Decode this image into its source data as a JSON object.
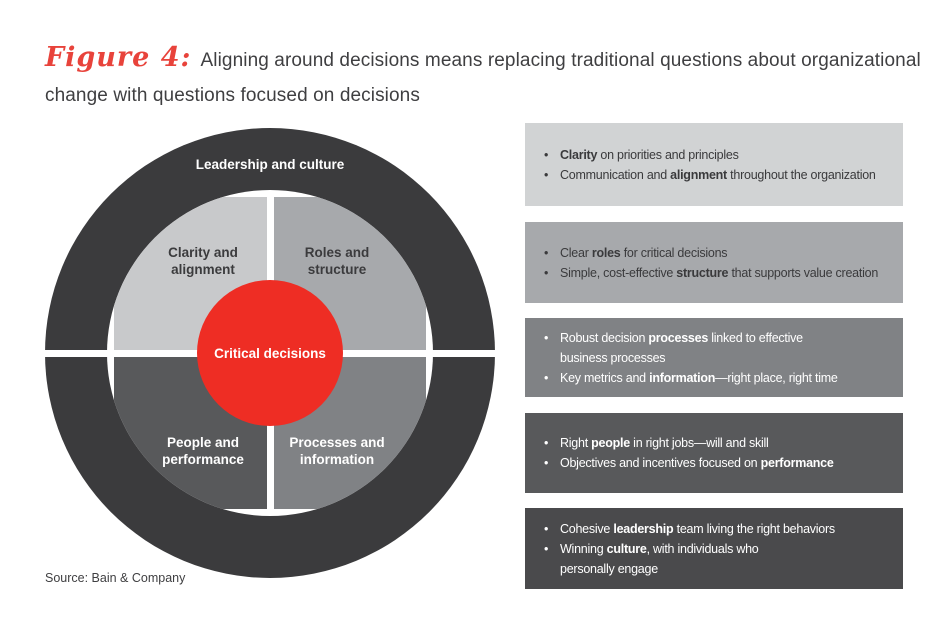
{
  "title": {
    "figure_label": "Figure 4:",
    "text": "Aligning around decisions means replacing traditional questions about organizational\nchange with questions focused on decisions"
  },
  "colors": {
    "outer_ring": "#3b3b3d",
    "center_circle": "#ee2d24",
    "figure_label_red": "#e8433b",
    "dark_text": "#3f3f41",
    "white": "#ffffff"
  },
  "diagram": {
    "outer_label": "Leadership and culture",
    "center_label": "Critical decisions",
    "quadrants": [
      {
        "id": "clarity-alignment",
        "label": "Clarity and\nalignment",
        "color": "#c8c9cb"
      },
      {
        "id": "roles-structure",
        "label": "Roles and\nstructure",
        "color": "#a7a9ac"
      },
      {
        "id": "people-performance",
        "label": "People and\nperformance",
        "color": "#58595b"
      },
      {
        "id": "processes-information",
        "label": "Processes and\ninformation",
        "color": "#808285"
      }
    ]
  },
  "boxes": [
    {
      "id": "clarity-alignment",
      "bg": "#d1d3d4",
      "fg": "#3a3a3c",
      "bullets": [
        "**Clarity** on priorities and principles",
        "Communication and **alignment** throughout the organization"
      ]
    },
    {
      "id": "roles-structure",
      "bg": "#a7a9ac",
      "fg": "#3a3a3c",
      "bullets": [
        "Clear **roles** for critical decisions",
        "Simple, cost-effective **structure** that supports value creation"
      ]
    },
    {
      "id": "processes-information",
      "bg": "#808285",
      "fg": "#ffffff",
      "bullets": [
        "Robust decision **processes** linked to effective\nbusiness processes",
        "Key metrics and **information**—right place, right time"
      ]
    },
    {
      "id": "people-performance",
      "bg": "#58595b",
      "fg": "#ffffff",
      "bullets": [
        "Right **people** in right jobs—will and skill",
        "Objectives and incentives focused on **performance**"
      ]
    },
    {
      "id": "leadership-culture",
      "bg": "#4a4a4c",
      "fg": "#ffffff",
      "bullets": [
        "Cohesive **leadership** team living the right behaviors",
        "Winning **culture**, with individuals who\npersonally engage"
      ]
    }
  ],
  "source": "Source: Bain & Company"
}
